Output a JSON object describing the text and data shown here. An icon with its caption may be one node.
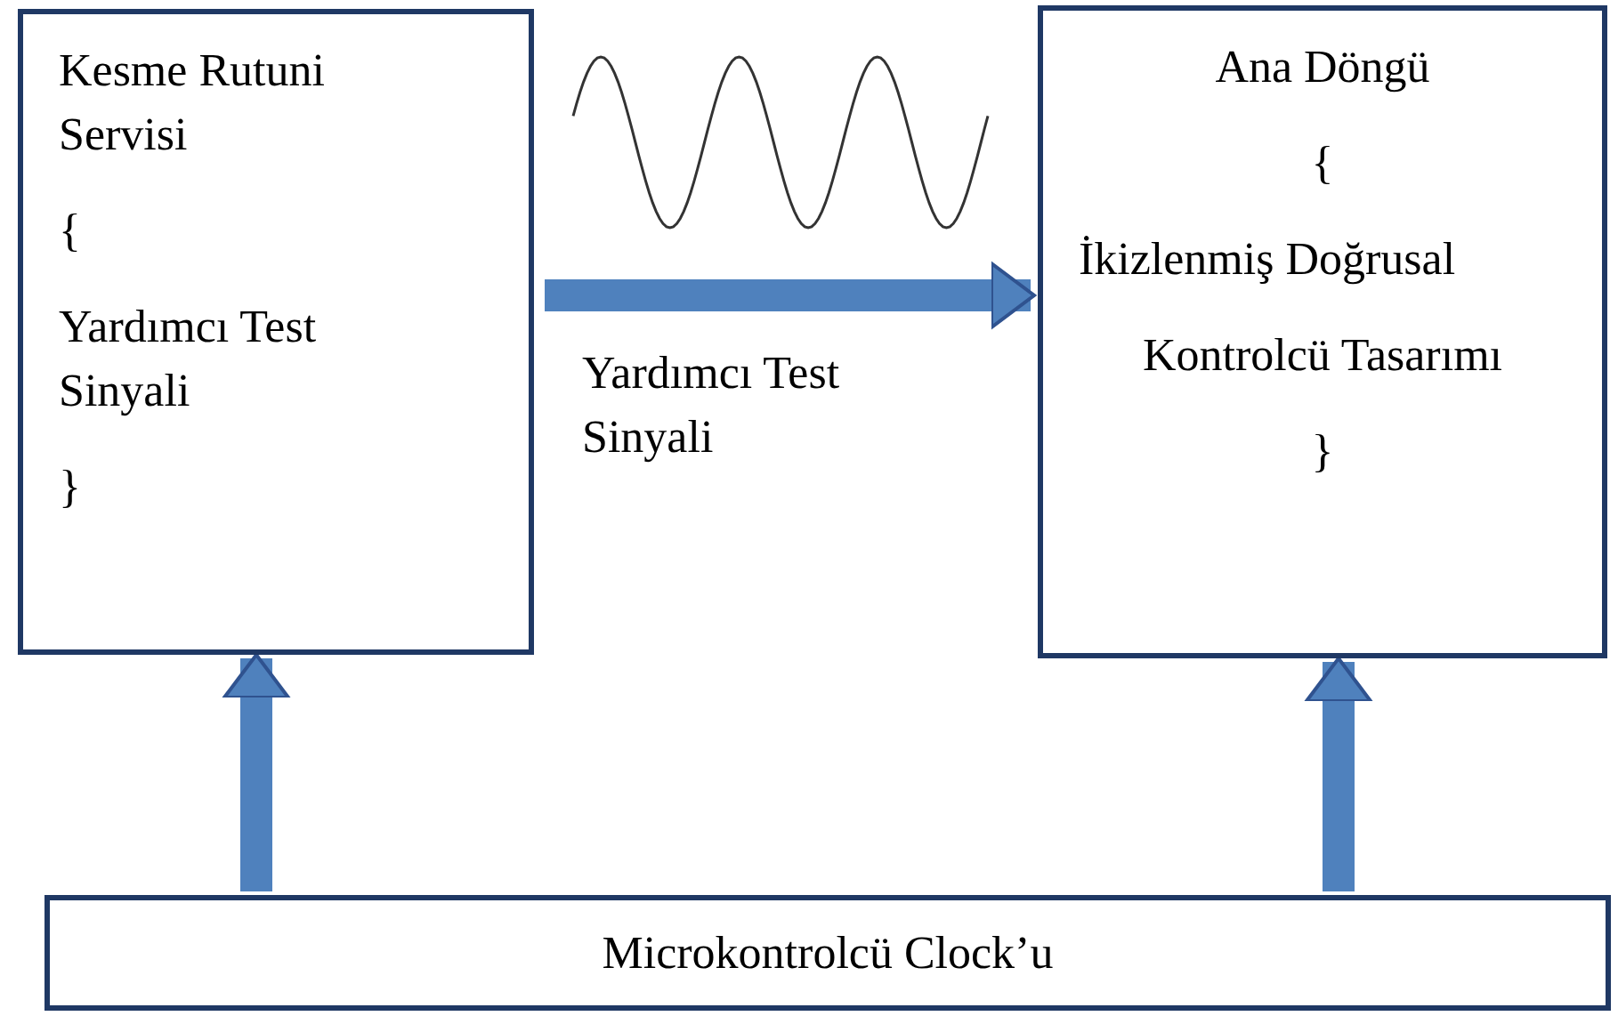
{
  "diagram": {
    "nodes": [
      {
        "text": [
          "Kesme Rutuni Servisi",
          "{",
          "Yardımcı Test Sinyali",
          "}"
        ]
      },
      {
        "text": [
          "Ana Döngü",
          "{",
          "İkizlenmiş Doğrusal",
          "Kontrolcü Tasarımı",
          "}"
        ]
      },
      {
        "text": [
          "Microkontrolcü Clock’u"
        ]
      }
    ],
    "edges": [
      {
        "from": 0,
        "to": 1,
        "arrow": "to",
        "label": "Yardımcı Test Sinyali"
      },
      {
        "from": 2,
        "to": 0,
        "arrow": "to"
      },
      {
        "from": 2,
        "to": 1,
        "arrow": "to"
      }
    ]
  }
}
